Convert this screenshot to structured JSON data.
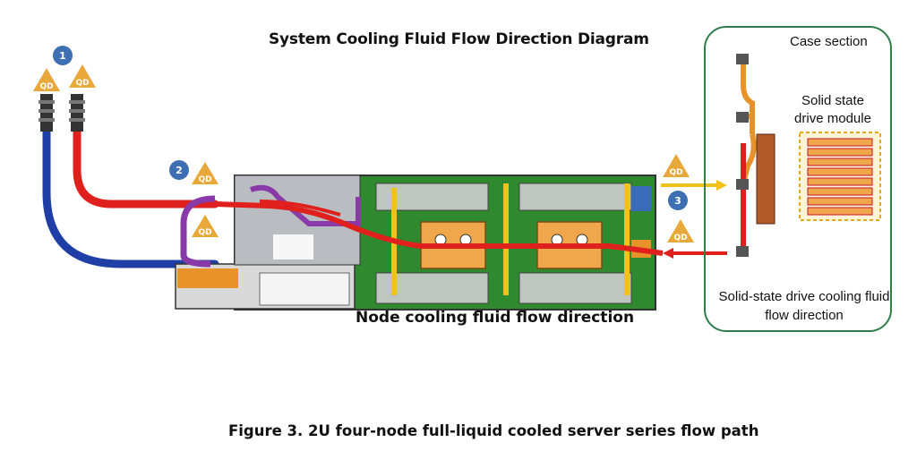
{
  "title": "System Cooling Fluid Flow Direction Diagram",
  "caption": "Figure 3.  2U four-node full-liquid cooled server series flow path",
  "node_flow_label": "Node cooling fluid flow direction",
  "case_section": {
    "title": "Case section",
    "module_label": "Solid state drive module",
    "flow_label": "Solid-state drive cooling fluid flow direction"
  },
  "markers": {
    "qd": "QD",
    "step1": "1",
    "step2": "2",
    "step3": "3"
  },
  "colors": {
    "red_pipe": "#e0201c",
    "blue_pipe": "#1f3fa6",
    "purple_pipe": "#8a3aa8",
    "yellow_pipe": "#f2c21b",
    "orange_pipe": "#e8922a",
    "board_green": "#2f8a2f",
    "case_border": "#2e7d4a",
    "step_badge": "#3e6fb3",
    "qd_badge": "#e9a83a"
  }
}
